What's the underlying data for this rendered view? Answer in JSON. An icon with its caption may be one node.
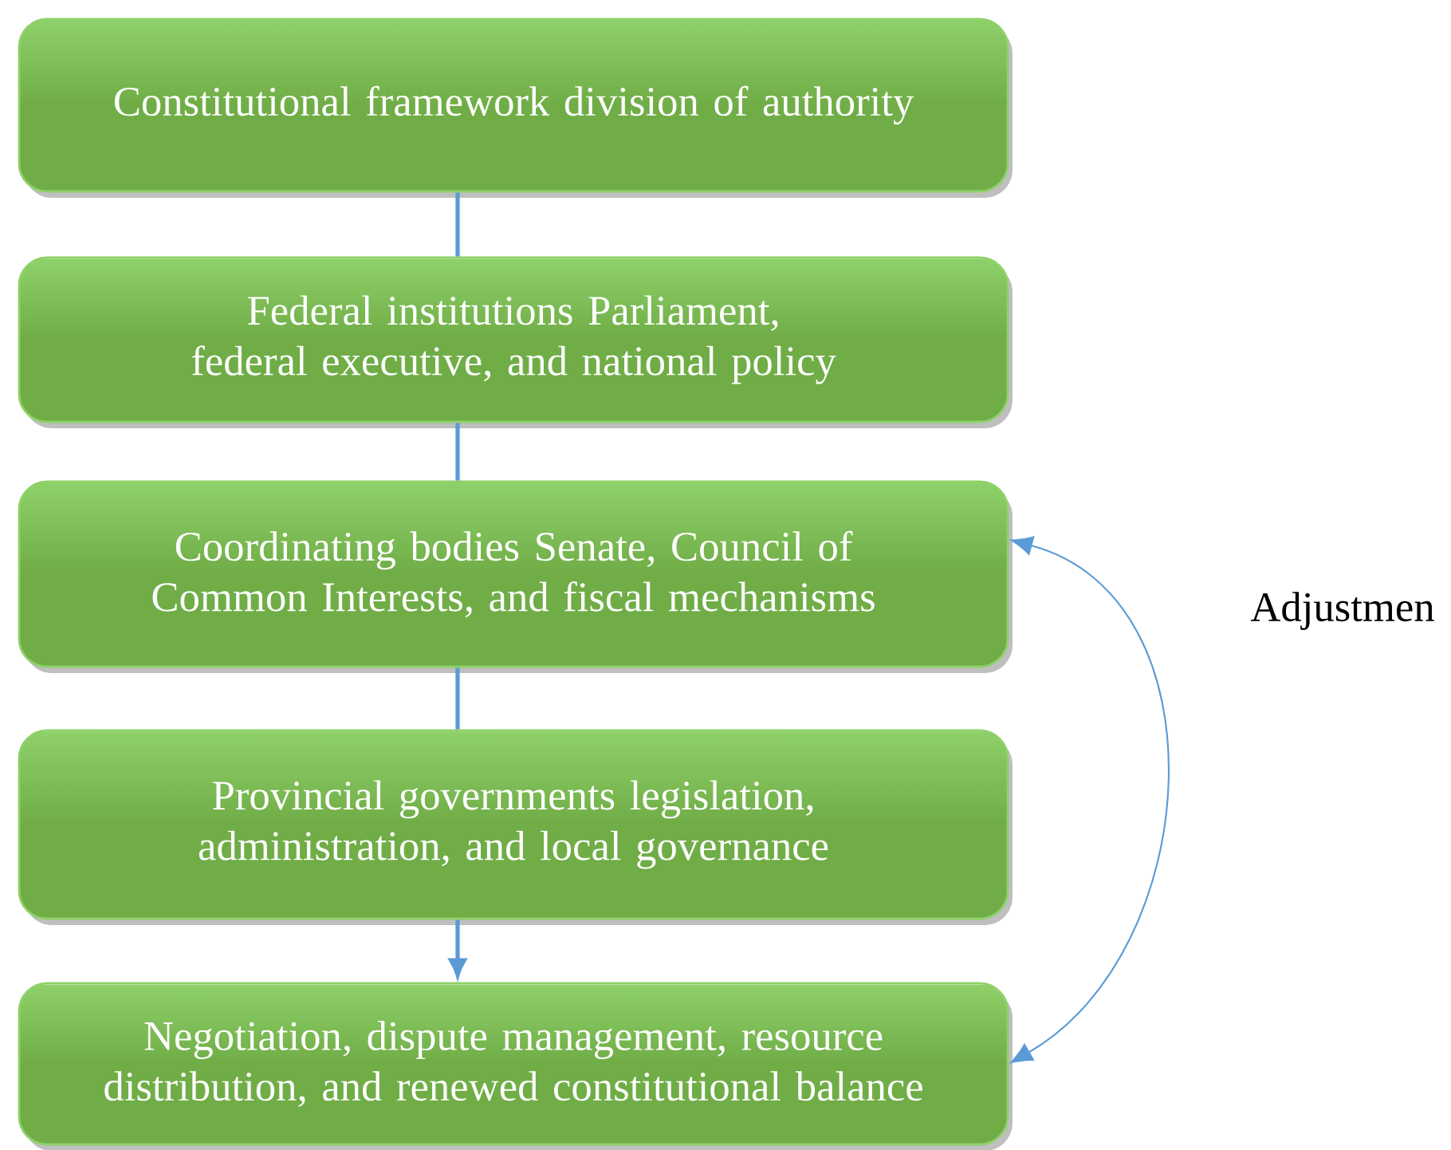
{
  "diagram": {
    "nodes": [
      {
        "text": [
          "Constitutional framework division of authority"
        ]
      },
      {
        "text": [
          "Federal institutions Parliament, federal executive, and national policy"
        ]
      },
      {
        "text": [
          "Coordinating bodies Senate, Council of Common Interests, and fiscal mechanisms"
        ]
      },
      {
        "text": [
          "Provincial governments legislation, administration, and local governance"
        ]
      },
      {
        "text": [
          "Negotiation, dispute management, resource distribution, and renewed constitutional balance"
        ]
      }
    ],
    "edges": [
      {
        "from": 0,
        "to": 1,
        "arrow": "none"
      },
      {
        "from": 1,
        "to": 2,
        "arrow": "none"
      },
      {
        "from": 2,
        "to": 3,
        "arrow": "none"
      },
      {
        "from": 3,
        "to": 4,
        "arrow": "to"
      },
      {
        "from": 2,
        "to": 4,
        "arrow": "both"
      }
    ],
    "labels": [
      "Adjustmen"
    ]
  }
}
